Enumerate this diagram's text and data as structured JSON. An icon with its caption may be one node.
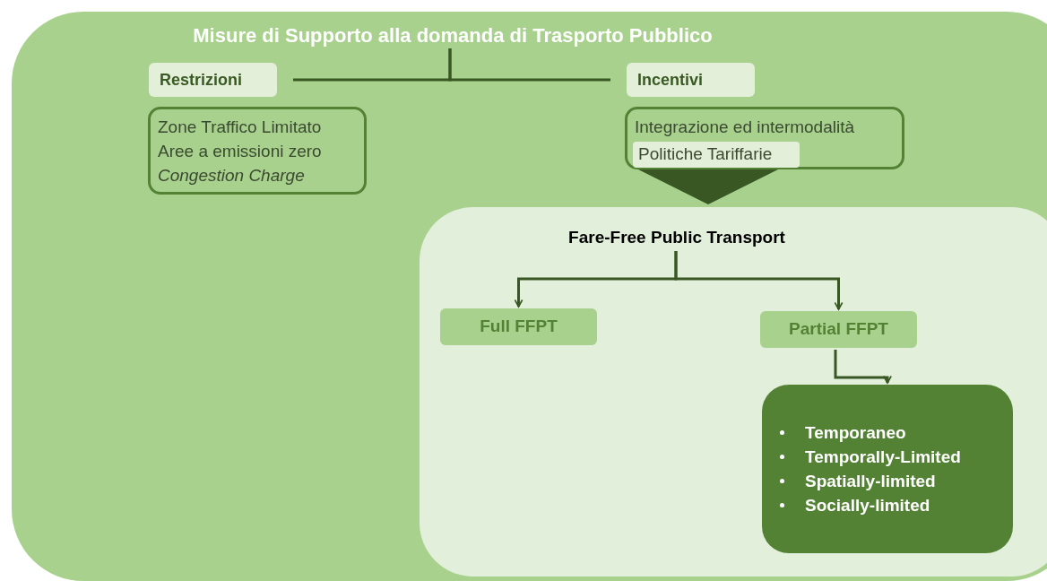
{
  "diagram": {
    "nodes": [
      {
        "text": [],
        "shape": "box"
      },
      {
        "text": [
          "Misure di Supporto alla domanda di Trasporto Pubblico"
        ],
        "in": 0
      },
      {
        "text": [
          "Restrizioni"
        ],
        "in": 0
      },
      {
        "text": [
          "Incentivi"
        ],
        "in": 0
      },
      {
        "text": [
          "Zone Traffico Limitato",
          "Aree a emissioni zero",
          "*Congestion Charge*"
        ],
        "in": 0
      },
      {
        "text": [
          "Integrazione ed intermodalità"
        ],
        "in": 0
      },
      {
        "text": [
          "Politiche Tariffarie"
        ],
        "in": 5
      },
      {
        "text": [],
        "shape": "box",
        "in": 0
      },
      {
        "text": [
          "Fare-Free Public Transport"
        ],
        "in": 7
      },
      {
        "text": [
          "Full FFPT"
        ],
        "in": 7
      },
      {
        "text": [
          "Partial FFPT"
        ],
        "in": 7
      },
      {
        "text": [
          "Temporaneo",
          "Temporally-Limited",
          "Spatially-limited",
          "Socially-limited"
        ],
        "in": 7
      }
    ],
    "edges": [
      {
        "from": 1,
        "to": 2,
        "arrow": "none"
      },
      {
        "from": 1,
        "to": 3,
        "arrow": "none"
      },
      {
        "from": 5,
        "to": 7,
        "arrow": "to",
        "style": "thick"
      },
      {
        "from": 8,
        "to": 9,
        "arrow": "to"
      },
      {
        "from": 8,
        "to": 10,
        "arrow": "to"
      },
      {
        "from": 10,
        "to": 11,
        "arrow": "to"
      }
    ]
  }
}
